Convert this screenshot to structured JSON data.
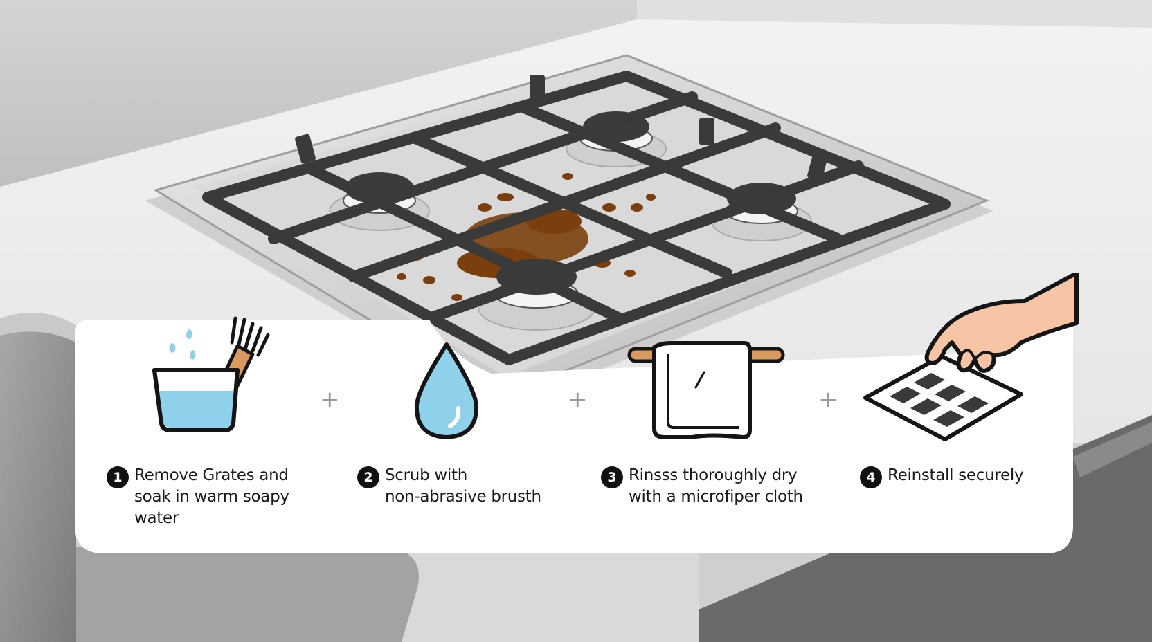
{
  "steps": [
    {
      "number": "1",
      "text": "Remove Grates and\nsoak in warm soapy\nwater",
      "icon": "soaking-bowl-with-brush-icon"
    },
    {
      "number": "2",
      "text": "Scrub with\nnon-abrasive brusth",
      "icon": "water-drop-icon"
    },
    {
      "number": "3",
      "text": "Rinsss thoroughly dry\nwith a microfiper cloth",
      "icon": "towel-on-rack-icon"
    },
    {
      "number": "4",
      "text": "Reinstall securely",
      "icon": "hand-placing-grate-icon"
    }
  ],
  "separator": "+",
  "colors": {
    "water": "#8fd0ea",
    "brush_handle": "#d99a5f",
    "skin": "#f7c4a5",
    "grease": "#7a3f0c",
    "grate": "#3a3a3a",
    "outline": "#151515"
  }
}
